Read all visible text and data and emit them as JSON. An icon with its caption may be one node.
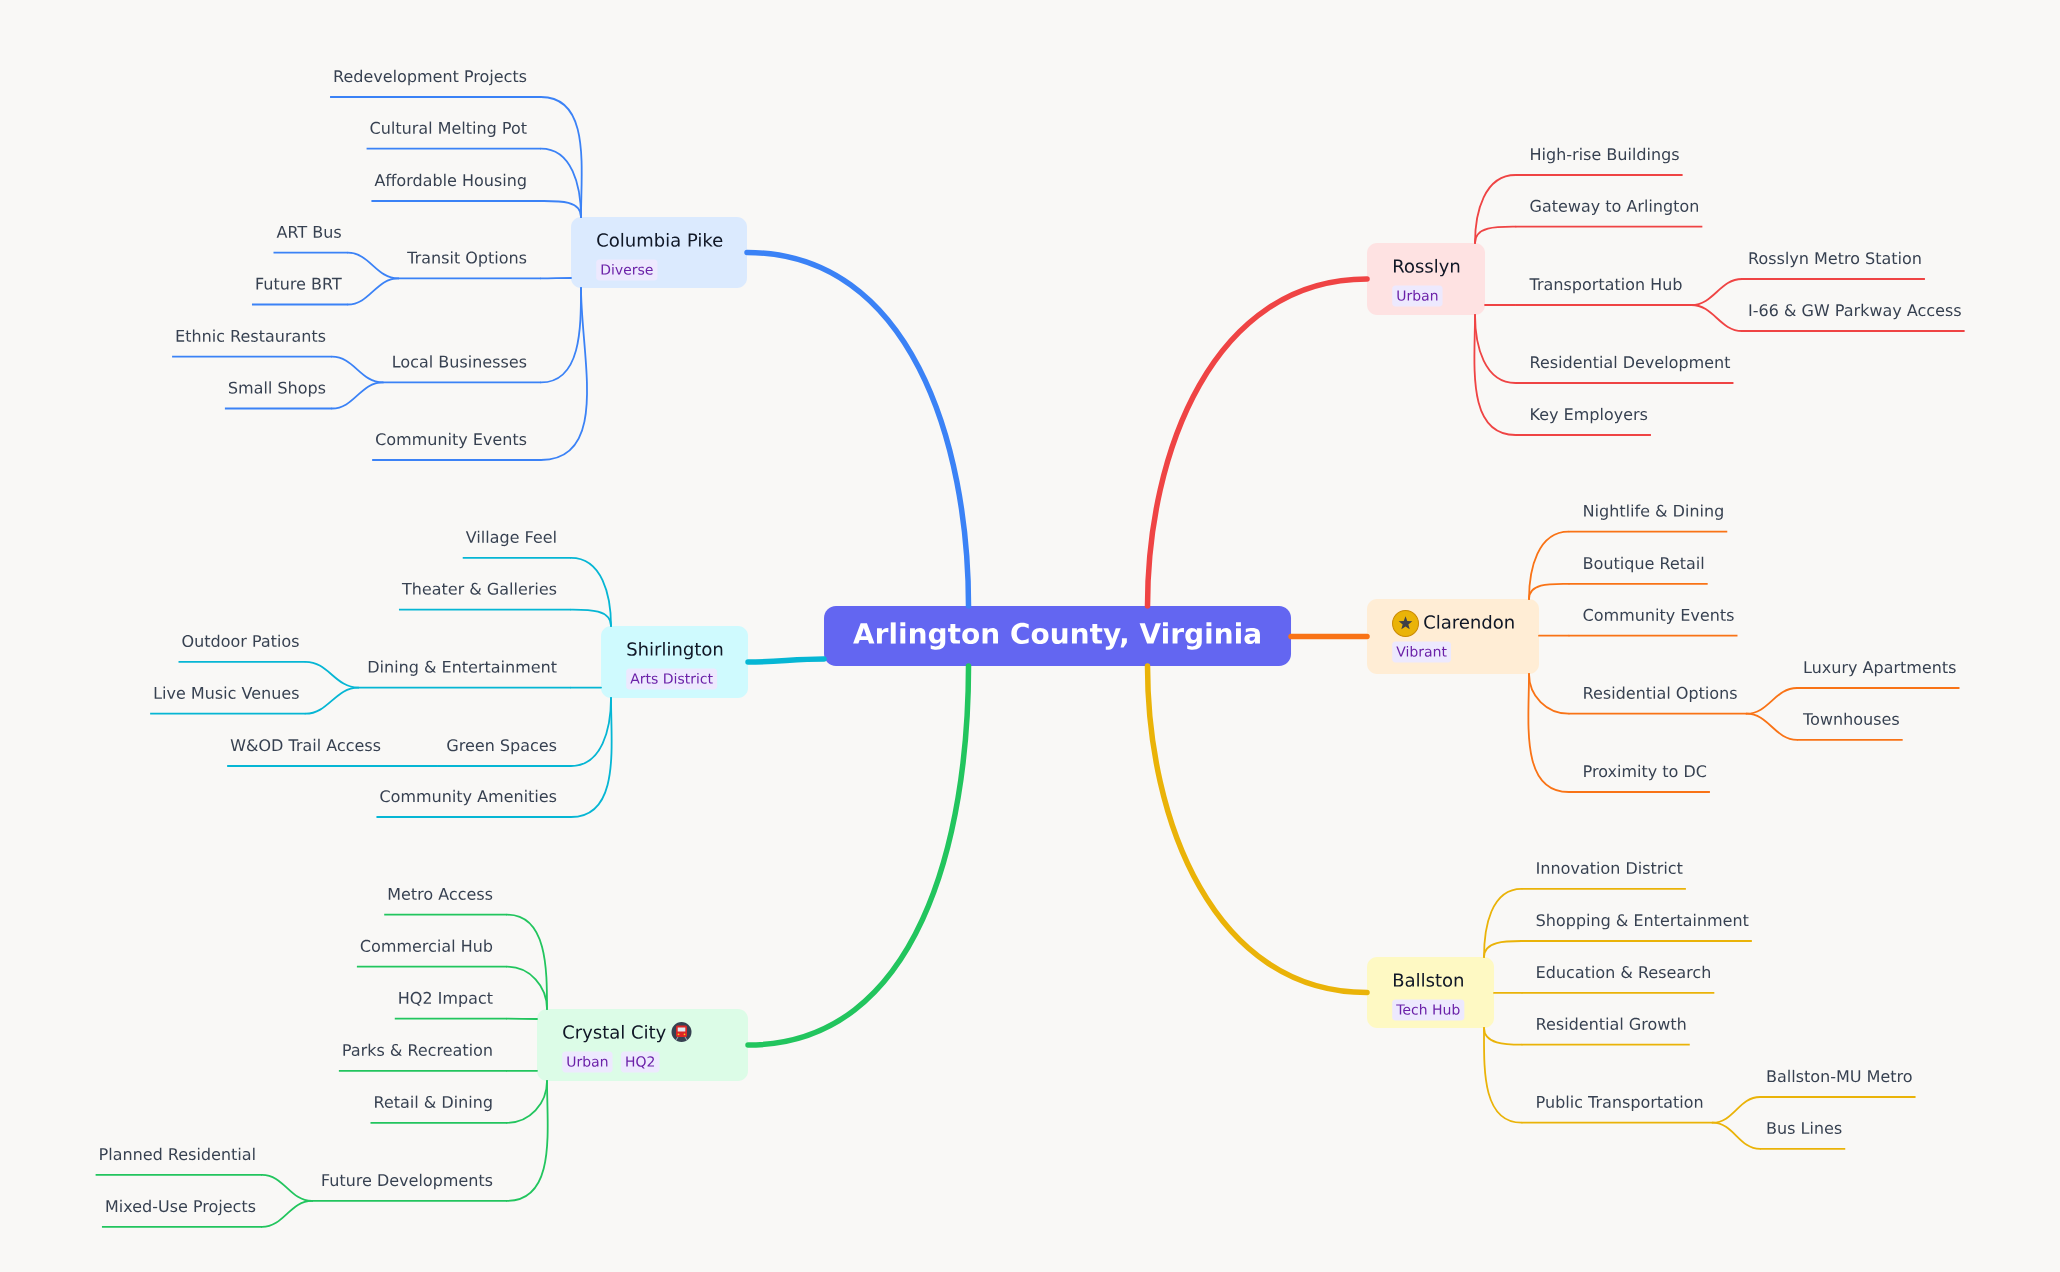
{
  "diagram": {
    "nodes": [
      {
        "text": [
          "Arlington County, Virginia"
        ]
      },
      {
        "text": [
          "Columbia Pike",
          "Diverse"
        ]
      },
      {
        "text": [
          "Redevelopment Projects"
        ]
      },
      {
        "text": [
          "Cultural Melting Pot"
        ]
      },
      {
        "text": [
          "Affordable Housing"
        ]
      },
      {
        "text": [
          "Transit Options"
        ]
      },
      {
        "text": [
          "ART Bus"
        ]
      },
      {
        "text": [
          "Future BRT"
        ]
      },
      {
        "text": [
          "Local Businesses"
        ]
      },
      {
        "text": [
          "Ethnic Restaurants"
        ]
      },
      {
        "text": [
          "Small Shops"
        ]
      },
      {
        "text": [
          "Community Events"
        ]
      },
      {
        "text": [
          "Shirlington",
          "Arts District"
        ]
      },
      {
        "text": [
          "Village Feel"
        ]
      },
      {
        "text": [
          "Theater & Galleries"
        ]
      },
      {
        "text": [
          "Dining & Entertainment"
        ]
      },
      {
        "text": [
          "Outdoor Patios"
        ]
      },
      {
        "text": [
          "Live Music Venues"
        ]
      },
      {
        "text": [
          "Green Spaces"
        ]
      },
      {
        "text": [
          "W&OD Trail Access"
        ]
      },
      {
        "text": [
          "Community Amenities"
        ]
      },
      {
        "text": [
          "Crystal City",
          "Urban",
          "HQ2"
        ]
      },
      {
        "text": [
          "Metro Access"
        ]
      },
      {
        "text": [
          "Commercial Hub"
        ]
      },
      {
        "text": [
          "HQ2 Impact"
        ]
      },
      {
        "text": [
          "Parks & Recreation"
        ]
      },
      {
        "text": [
          "Retail & Dining"
        ]
      },
      {
        "text": [
          "Future Developments"
        ]
      },
      {
        "text": [
          "Planned Residential"
        ]
      },
      {
        "text": [
          "Mixed-Use Projects"
        ]
      },
      {
        "text": [
          "Rosslyn",
          "Urban"
        ]
      },
      {
        "text": [
          "High-rise Buildings"
        ]
      },
      {
        "text": [
          "Gateway to Arlington"
        ]
      },
      {
        "text": [
          "Transportation Hub"
        ]
      },
      {
        "text": [
          "Rosslyn Metro Station"
        ]
      },
      {
        "text": [
          "I-66 & GW Parkway Access"
        ]
      },
      {
        "text": [
          "Residential Development"
        ]
      },
      {
        "text": [
          "Key Employers"
        ]
      },
      {
        "text": [
          "Clarendon",
          "Vibrant"
        ]
      },
      {
        "text": [
          "Nightlife & Dining"
        ]
      },
      {
        "text": [
          "Boutique Retail"
        ]
      },
      {
        "text": [
          "Community Events"
        ]
      },
      {
        "text": [
          "Residential Options"
        ]
      },
      {
        "text": [
          "Luxury Apartments"
        ]
      },
      {
        "text": [
          "Townhouses"
        ]
      },
      {
        "text": [
          "Proximity to DC"
        ]
      },
      {
        "text": [
          "Ballston",
          "Tech Hub"
        ]
      },
      {
        "text": [
          "Innovation District"
        ]
      },
      {
        "text": [
          "Shopping & Entertainment"
        ]
      },
      {
        "text": [
          "Education & Research"
        ]
      },
      {
        "text": [
          "Residential Growth"
        ]
      },
      {
        "text": [
          "Public Transportation"
        ]
      },
      {
        "text": [
          "Ballston-MU Metro"
        ]
      },
      {
        "text": [
          "Bus Lines"
        ]
      }
    ],
    "edges": [
      {
        "from": 0,
        "to": 1,
        "arrow": "none",
        "style": "thick",
        "color": "#3b82f6"
      },
      {
        "from": 1,
        "to": 2,
        "arrow": "none",
        "color": "#3b82f6"
      },
      {
        "from": 1,
        "to": 3,
        "arrow": "none",
        "color": "#3b82f6"
      },
      {
        "from": 1,
        "to": 4,
        "arrow": "none",
        "color": "#3b82f6"
      },
      {
        "from": 1,
        "to": 5,
        "arrow": "none",
        "color": "#3b82f6"
      },
      {
        "from": 5,
        "to": 6,
        "arrow": "none",
        "color": "#3b82f6"
      },
      {
        "from": 5,
        "to": 7,
        "arrow": "none",
        "color": "#3b82f6"
      },
      {
        "from": 1,
        "to": 8,
        "arrow": "none",
        "color": "#3b82f6"
      },
      {
        "from": 8,
        "to": 9,
        "arrow": "none",
        "color": "#3b82f6"
      },
      {
        "from": 8,
        "to": 10,
        "arrow": "none",
        "color": "#3b82f6"
      },
      {
        "from": 1,
        "to": 11,
        "arrow": "none",
        "color": "#3b82f6"
      },
      {
        "from": 0,
        "to": 12,
        "arrow": "none",
        "style": "thick",
        "color": "#06b6d4"
      },
      {
        "from": 12,
        "to": 13,
        "arrow": "none",
        "color": "#06b6d4"
      },
      {
        "from": 12,
        "to": 14,
        "arrow": "none",
        "color": "#06b6d4"
      },
      {
        "from": 12,
        "to": 15,
        "arrow": "none",
        "color": "#06b6d4"
      },
      {
        "from": 15,
        "to": 16,
        "arrow": "none",
        "color": "#06b6d4"
      },
      {
        "from": 15,
        "to": 17,
        "arrow": "none",
        "color": "#06b6d4"
      },
      {
        "from": 12,
        "to": 18,
        "arrow": "none",
        "color": "#06b6d4"
      },
      {
        "from": 18,
        "to": 19,
        "arrow": "none",
        "color": "#06b6d4"
      },
      {
        "from": 12,
        "to": 20,
        "arrow": "none",
        "color": "#06b6d4"
      },
      {
        "from": 0,
        "to": 21,
        "arrow": "none",
        "style": "thick",
        "color": "#22c55e"
      },
      {
        "from": 21,
        "to": 22,
        "arrow": "none",
        "color": "#22c55e"
      },
      {
        "from": 21,
        "to": 23,
        "arrow": "none",
        "color": "#22c55e"
      },
      {
        "from": 21,
        "to": 24,
        "arrow": "none",
        "color": "#22c55e"
      },
      {
        "from": 21,
        "to": 25,
        "arrow": "none",
        "color": "#22c55e"
      },
      {
        "from": 21,
        "to": 26,
        "arrow": "none",
        "color": "#22c55e"
      },
      {
        "from": 21,
        "to": 27,
        "arrow": "none",
        "color": "#22c55e"
      },
      {
        "from": 27,
        "to": 28,
        "arrow": "none",
        "color": "#22c55e"
      },
      {
        "from": 27,
        "to": 29,
        "arrow": "none",
        "color": "#22c55e"
      },
      {
        "from": 0,
        "to": 30,
        "arrow": "none",
        "style": "thick",
        "color": "#ef4444"
      },
      {
        "from": 30,
        "to": 31,
        "arrow": "none",
        "color": "#ef4444"
      },
      {
        "from": 30,
        "to": 32,
        "arrow": "none",
        "color": "#ef4444"
      },
      {
        "from": 30,
        "to": 33,
        "arrow": "none",
        "color": "#ef4444"
      },
      {
        "from": 33,
        "to": 34,
        "arrow": "none",
        "color": "#ef4444"
      },
      {
        "from": 33,
        "to": 35,
        "arrow": "none",
        "color": "#ef4444"
      },
      {
        "from": 30,
        "to": 36,
        "arrow": "none",
        "color": "#ef4444"
      },
      {
        "from": 30,
        "to": 37,
        "arrow": "none",
        "color": "#ef4444"
      },
      {
        "from": 0,
        "to": 38,
        "arrow": "none",
        "style": "thick",
        "color": "#f97316"
      },
      {
        "from": 38,
        "to": 39,
        "arrow": "none",
        "color": "#f97316"
      },
      {
        "from": 38,
        "to": 40,
        "arrow": "none",
        "color": "#f97316"
      },
      {
        "from": 38,
        "to": 41,
        "arrow": "none",
        "color": "#f97316"
      },
      {
        "from": 38,
        "to": 42,
        "arrow": "none",
        "color": "#f97316"
      },
      {
        "from": 42,
        "to": 43,
        "arrow": "none",
        "color": "#f97316"
      },
      {
        "from": 42,
        "to": 44,
        "arrow": "none",
        "color": "#f97316"
      },
      {
        "from": 38,
        "to": 45,
        "arrow": "none",
        "color": "#f97316"
      },
      {
        "from": 0,
        "to": 46,
        "arrow": "none",
        "style": "thick",
        "color": "#eab308"
      },
      {
        "from": 46,
        "to": 47,
        "arrow": "none",
        "color": "#eab308"
      },
      {
        "from": 46,
        "to": 48,
        "arrow": "none",
        "color": "#eab308"
      },
      {
        "from": 46,
        "to": 49,
        "arrow": "none",
        "color": "#eab308"
      },
      {
        "from": 46,
        "to": 50,
        "arrow": "none",
        "color": "#eab308"
      },
      {
        "from": 46,
        "to": 51,
        "arrow": "none",
        "color": "#eab308"
      },
      {
        "from": 51,
        "to": 52,
        "arrow": "none",
        "color": "#eab308"
      },
      {
        "from": 51,
        "to": 53,
        "arrow": "none",
        "color": "#eab308"
      }
    ]
  }
}
